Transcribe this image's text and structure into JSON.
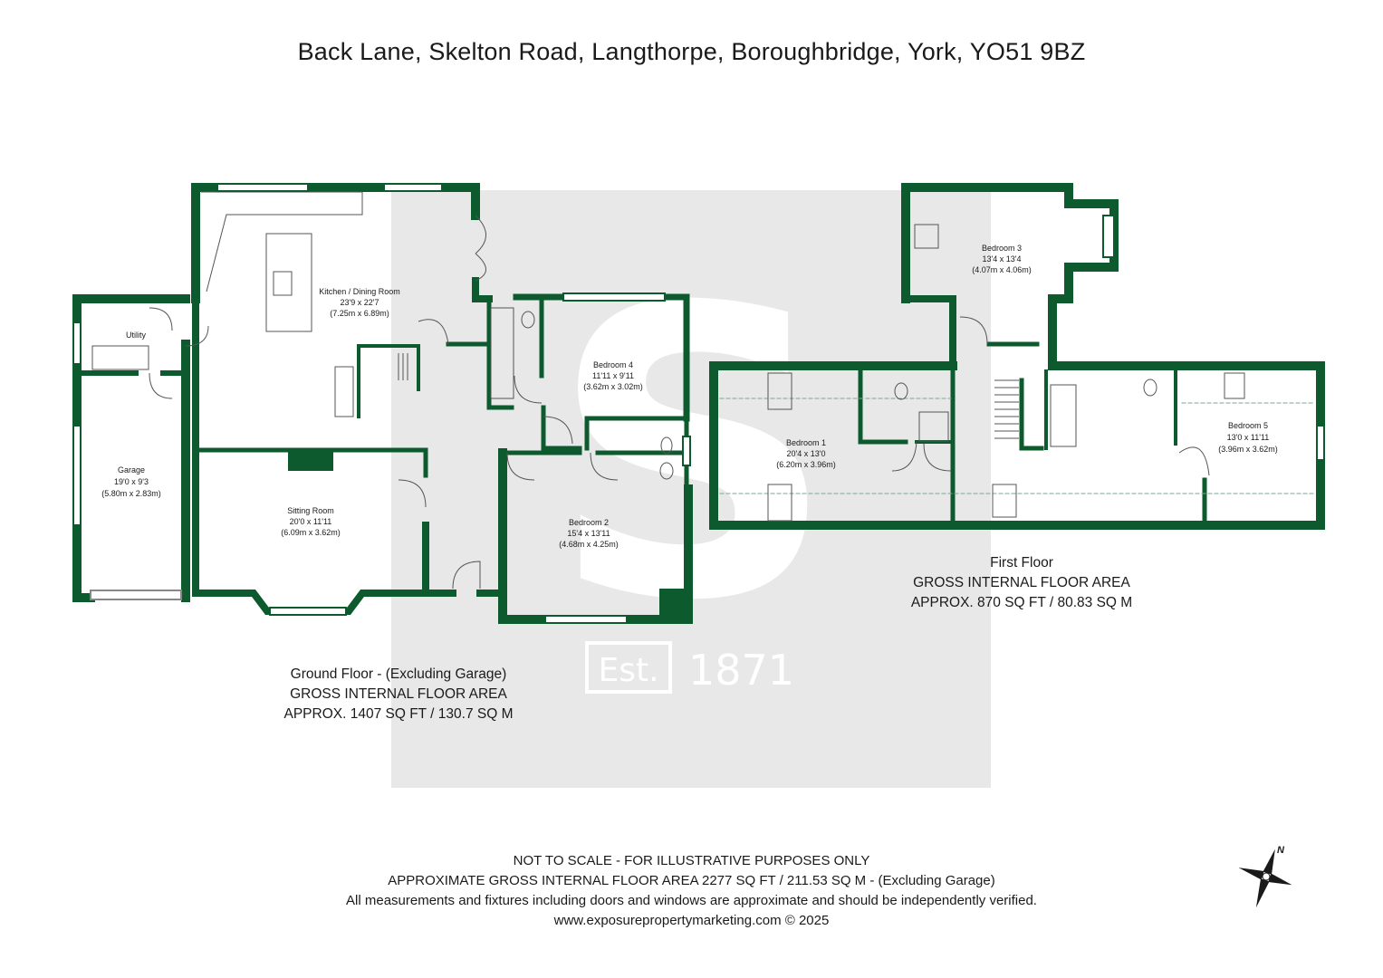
{
  "title": "Back Lane, Skelton Road, Langthorpe, Boroughbridge, York, YO51 9BZ",
  "colors": {
    "wall": "#0d5a2e",
    "watermark_background": "#e8e8e8",
    "watermark_text": "#ffffff",
    "text": "#1a1a1a"
  },
  "watermark": {
    "letter": "S",
    "est_label": "Est.",
    "year": "1871"
  },
  "ground_floor": {
    "heading": "Ground Floor - (Excluding Garage)",
    "area_label": "GROSS INTERNAL FLOOR AREA",
    "area_value": "APPROX. 1407 SQ FT / 130.7 SQ M",
    "rooms": {
      "kitchen": {
        "name": "Kitchen / Dining Room",
        "imperial": "23'9 x 22'7",
        "metric": "(7.25m x 6.89m)"
      },
      "utility": {
        "name": "Utility"
      },
      "garage": {
        "name": "Garage",
        "imperial": "19'0 x 9'3",
        "metric": "(5.80m x 2.83m)"
      },
      "sitting": {
        "name": "Sitting Room",
        "imperial": "20'0 x 11'11",
        "metric": "(6.09m x 3.62m)"
      },
      "bedroom4": {
        "name": "Bedroom 4",
        "imperial": "11'11 x 9'11",
        "metric": "(3.62m x 3.02m)"
      },
      "bedroom2": {
        "name": "Bedroom 2",
        "imperial": "15'4 x 13'11",
        "metric": "(4.68m x 4.25m)"
      }
    }
  },
  "first_floor": {
    "heading": "First Floor",
    "area_label": "GROSS INTERNAL FLOOR AREA",
    "area_value": "APPROX. 870 SQ FT / 80.83 SQ M",
    "rooms": {
      "bedroom3": {
        "name": "Bedroom 3",
        "imperial": "13'4 x 13'4",
        "metric": "(4.07m x 4.06m)"
      },
      "bedroom1": {
        "name": "Bedroom 1",
        "imperial": "20'4 x 13'0",
        "metric": "(6.20m x 3.96m)"
      },
      "bedroom5": {
        "name": "Bedroom 5",
        "imperial": "13'0 x 11'11",
        "metric": "(3.96m x 3.62m)"
      }
    }
  },
  "footer": {
    "line1": "NOT TO SCALE - FOR ILLUSTRATIVE PURPOSES ONLY",
    "line2": "APPROXIMATE GROSS INTERNAL FLOOR AREA 2277 SQ FT / 211.53 SQ M - (Excluding Garage)",
    "line3": "All measurements and fixtures including doors and windows are approximate and should be independently verified.",
    "line4": "www.exposurepropertymarketing.com © 2025"
  },
  "compass": {
    "north_label": "N",
    "icon": "compass-rose-icon"
  }
}
